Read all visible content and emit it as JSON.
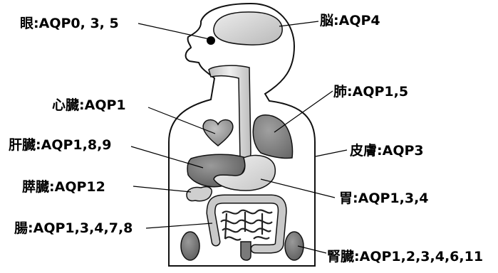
{
  "labels": {
    "eye": {
      "organ": "眼",
      "aqp": "AQP0, 3, 5"
    },
    "brain": {
      "organ": "脳",
      "aqp": "AQP4"
    },
    "heart": {
      "organ": "心臓",
      "aqp": "AQP1"
    },
    "lung": {
      "organ": "肺",
      "aqp": "AQP1,5"
    },
    "liver": {
      "organ": "肝臓",
      "aqp": "AQP1,8,9"
    },
    "skin": {
      "organ": "皮膚",
      "aqp": "AQP3"
    },
    "pancreas": {
      "organ": "膵臓",
      "aqp": "AQP12"
    },
    "stomach": {
      "organ": "胃",
      "aqp": "AQP1,3,4"
    },
    "intestine": {
      "organ": "腸",
      "aqp": "AQP1,3,4,7,8"
    },
    "kidney": {
      "organ": "腎臓",
      "aqp": "AQP1,2,3,4,6,11"
    }
  },
  "colors": {
    "outline": "#111111",
    "organ_dark": "#7d7d7d",
    "organ_mid": "#a9a9a9",
    "organ_light": "#d6d6d6"
  }
}
